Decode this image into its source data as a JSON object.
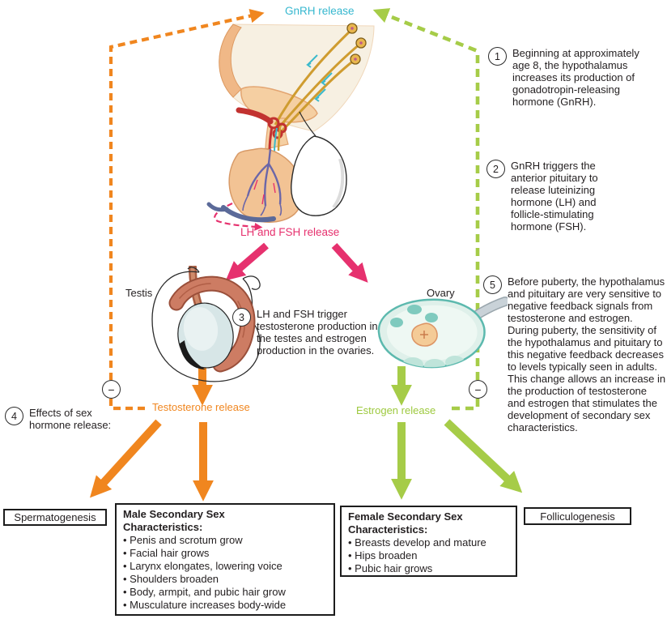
{
  "colors": {
    "orange_accent": "#f0861f",
    "green_accent": "#a6cc48",
    "pink_accent": "#e6316e",
    "teal_accent": "#35b7cf",
    "text": "#231f20"
  },
  "labels": {
    "gnrh_release": "GnRH release",
    "lh_fsh_release": "LH and FSH release",
    "testis": "Testis",
    "ovary": "Ovary",
    "testosterone_release": "Testosterone release",
    "estrogen_release": "Estrogen release",
    "minus_sign": "−"
  },
  "annotations": {
    "step1": {
      "number": "1",
      "text": "Beginning at approximately age 8, the hypothalamus increases its production of gonadotropin-releasing hormone (GnRH)."
    },
    "step2": {
      "number": "2",
      "text": "GnRH triggers the anterior pituitary to release luteinizing hormone (LH) and follicle-stimulating hormone (FSH)."
    },
    "step3": {
      "number": "3",
      "text": "LH and FSH trigger testosterone production in the testes and estrogen production in the ovaries."
    },
    "step4": {
      "number": "4",
      "text": "Effects of sex hormone release:"
    },
    "step5": {
      "number": "5",
      "text": "Before puberty, the hypothalamus and pituitary are very sensitive to negative feedback signals from testosterone and estrogen. During puberty, the sensitivity of the hypothalamus and pituitary to this negative feedback decreases to levels typically seen in adults. This change allows an increase in the production of testosterone and estrogen that stimulates the development of secondary sex characteristics."
    }
  },
  "outcome_boxes": {
    "spermatogenesis": "Spermatogenesis",
    "folliculogenesis": "Folliculogenesis",
    "male": {
      "title": "Male Secondary Sex Characteristics:",
      "items": [
        "Penis and scrotum grow",
        "Facial hair grows",
        "Larynx elongates, lowering voice",
        "Shoulders broaden",
        "Body, armpit, and pubic hair grow",
        "Musculature increases body-wide"
      ]
    },
    "female": {
      "title": "Female Secondary Sex Characteristics:",
      "items": [
        "Breasts develop and mature",
        "Hips broaden",
        "Pubic hair grows"
      ]
    }
  }
}
